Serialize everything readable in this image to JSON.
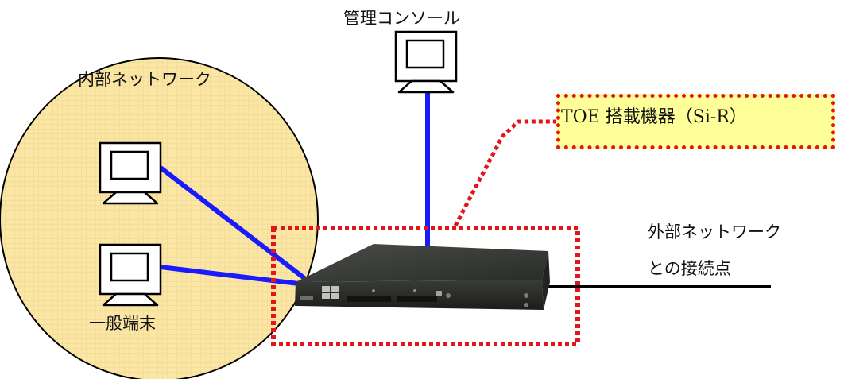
{
  "labels": {
    "internal_network": "内部ネットワーク",
    "management_console": "管理コンソール",
    "general_terminal": "一般端末",
    "external_line1": "外部ネットワーク",
    "external_line2": "との接続点",
    "toe_device": "TOE 搭載機器（Si-R）"
  },
  "icons": [
    "computer-monitor-icon",
    "router-device"
  ],
  "colors": {
    "network_ellipse": "#fbe6a4",
    "ellipse_grid": "#e8d08a",
    "link_line": "#1a1aff",
    "external_line": "#000000",
    "callout_border": "#e3141b",
    "callout_fill": "#ffff99",
    "device_body": "#2e302c"
  }
}
